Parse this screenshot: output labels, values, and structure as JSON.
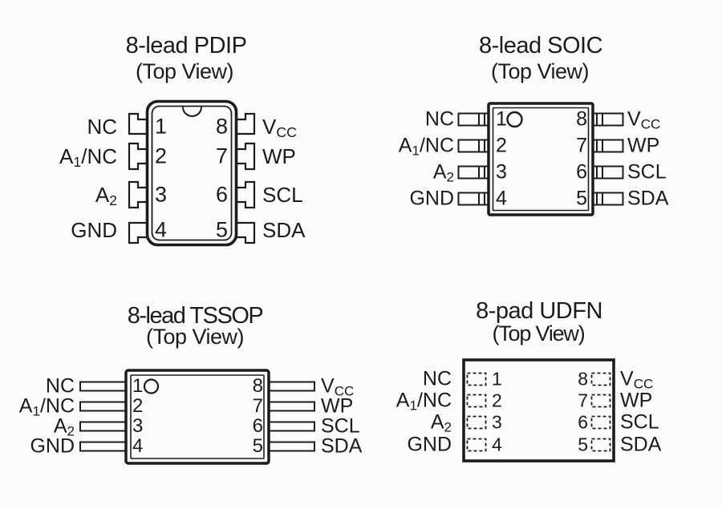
{
  "background_color": "#fcfcfc",
  "ink_color": "#1c1c1c",
  "packages": {
    "pdip": {
      "title": "8-lead PDIP",
      "subtitle": "(Top View)",
      "left_pins": [
        {
          "number": "1",
          "label": {
            "pre": "NC",
            "sub": "",
            "post": ""
          }
        },
        {
          "number": "2",
          "label": {
            "pre": "A",
            "sub": "1",
            "post": "/NC"
          }
        },
        {
          "number": "3",
          "label": {
            "pre": "A",
            "sub": "2",
            "post": ""
          }
        },
        {
          "number": "4",
          "label": {
            "pre": "GND",
            "sub": "",
            "post": ""
          }
        }
      ],
      "right_pins": [
        {
          "number": "8",
          "label": {
            "pre": "V",
            "sub": "CC",
            "post": ""
          }
        },
        {
          "number": "7",
          "label": {
            "pre": "WP",
            "sub": "",
            "post": ""
          }
        },
        {
          "number": "6",
          "label": {
            "pre": "SCL",
            "sub": "",
            "post": ""
          }
        },
        {
          "number": "5",
          "label": {
            "pre": "SDA",
            "sub": "",
            "post": ""
          }
        }
      ]
    },
    "soic": {
      "title": "8-lead SOIC",
      "subtitle": "(Top View)",
      "left_pins": [
        {
          "number": "1",
          "label": {
            "pre": "NC",
            "sub": "",
            "post": ""
          }
        },
        {
          "number": "2",
          "label": {
            "pre": "A",
            "sub": "1",
            "post": "/NC"
          }
        },
        {
          "number": "3",
          "label": {
            "pre": "A",
            "sub": "2",
            "post": ""
          }
        },
        {
          "number": "4",
          "label": {
            "pre": "GND",
            "sub": "",
            "post": ""
          }
        }
      ],
      "right_pins": [
        {
          "number": "8",
          "label": {
            "pre": "V",
            "sub": "CC",
            "post": ""
          }
        },
        {
          "number": "7",
          "label": {
            "pre": "WP",
            "sub": "",
            "post": ""
          }
        },
        {
          "number": "6",
          "label": {
            "pre": "SCL",
            "sub": "",
            "post": ""
          }
        },
        {
          "number": "5",
          "label": {
            "pre": "SDA",
            "sub": "",
            "post": ""
          }
        }
      ]
    },
    "tssop": {
      "title": "8-lead TSSOP",
      "subtitle": "(Top View)",
      "left_pins": [
        {
          "number": "1",
          "label": {
            "pre": "NC",
            "sub": "",
            "post": ""
          }
        },
        {
          "number": "2",
          "label": {
            "pre": "A",
            "sub": "1",
            "post": "/NC"
          }
        },
        {
          "number": "3",
          "label": {
            "pre": "A",
            "sub": "2",
            "post": ""
          }
        },
        {
          "number": "4",
          "label": {
            "pre": "GND",
            "sub": "",
            "post": ""
          }
        }
      ],
      "right_pins": [
        {
          "number": "8",
          "label": {
            "pre": "V",
            "sub": "CC",
            "post": ""
          }
        },
        {
          "number": "7",
          "label": {
            "pre": "WP",
            "sub": "",
            "post": ""
          }
        },
        {
          "number": "6",
          "label": {
            "pre": "SCL",
            "sub": "",
            "post": ""
          }
        },
        {
          "number": "5",
          "label": {
            "pre": "SDA",
            "sub": "",
            "post": ""
          }
        }
      ]
    },
    "udfn": {
      "title": "8-pad UDFN",
      "subtitle": "(Top View)",
      "left_pins": [
        {
          "number": "1",
          "label": {
            "pre": "NC",
            "sub": "",
            "post": ""
          }
        },
        {
          "number": "2",
          "label": {
            "pre": "A",
            "sub": "1",
            "post": "/NC"
          }
        },
        {
          "number": "3",
          "label": {
            "pre": "A",
            "sub": "2",
            "post": ""
          }
        },
        {
          "number": "4",
          "label": {
            "pre": "GND",
            "sub": "",
            "post": ""
          }
        }
      ],
      "right_pins": [
        {
          "number": "8",
          "label": {
            "pre": "V",
            "sub": "CC",
            "post": ""
          }
        },
        {
          "number": "7",
          "label": {
            "pre": "WP",
            "sub": "",
            "post": ""
          }
        },
        {
          "number": "6",
          "label": {
            "pre": "SCL",
            "sub": "",
            "post": ""
          }
        },
        {
          "number": "5",
          "label": {
            "pre": "SDA",
            "sub": "",
            "post": ""
          }
        }
      ]
    }
  }
}
